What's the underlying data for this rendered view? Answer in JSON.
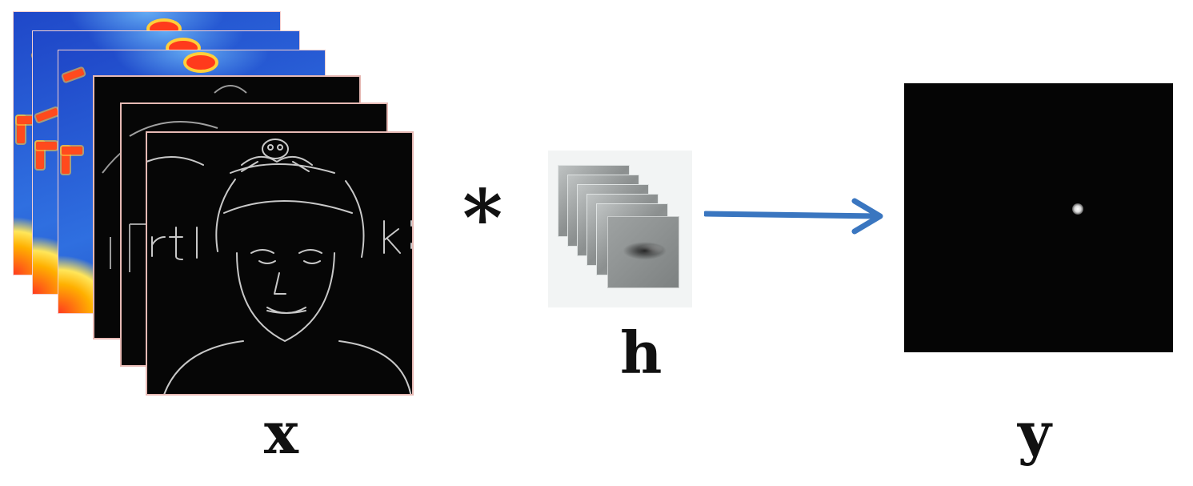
{
  "operator": "*",
  "labels": {
    "input": "x",
    "filter": "h",
    "output": "y"
  },
  "colors": {
    "arrow": "#3a76c0",
    "heatmap_blue": "#2f6fe0",
    "heatmap_hot": "#ff3b1f",
    "edge_frame_border": "#e6b9b4",
    "output_background": "#050505"
  },
  "icons": {
    "operator": "convolution-asterisk",
    "connector": "right-arrow-icon"
  }
}
